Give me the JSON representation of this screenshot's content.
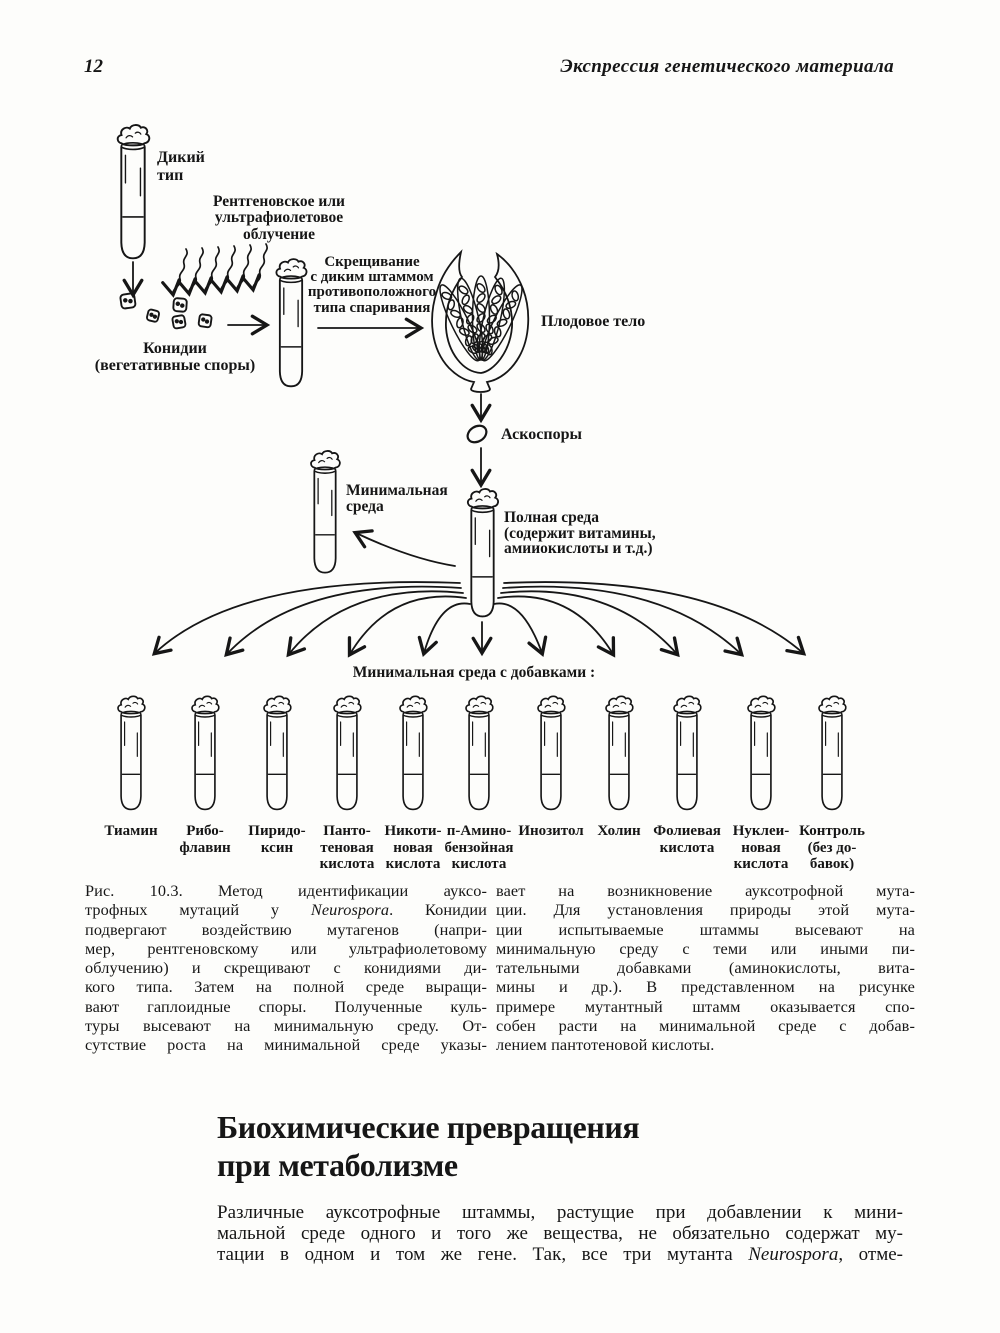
{
  "page": {
    "number": "12",
    "running_title": "Экспрессия генетического материала"
  },
  "figure": {
    "labels": {
      "wild_type": "Дикий\nтип",
      "irradiation": "Рентгеновское или\nультрафиолетовое\nоблучение",
      "conidia": "Конидии\n(вегетативные споры)",
      "crossing": "Скрещивание\nс диким штаммом\nпротивоположного\nтипа спаривания",
      "fruiting_body": "Плодовое тело",
      "ascospores": "Аскоспоры",
      "minimal_medium": "Минимальная\nсреда",
      "complete_medium": "Полная среда\n(содержит витамины,\nамииокислоты и т.д.)",
      "supplemented_media": "Минимальная среда с добавками :"
    },
    "tube_labels": [
      "Тиамин",
      "Рибо-\nфлавин",
      "Пиридо-\nксин",
      "Панто-\nтеновая\nкислота",
      "Никоти-\nновая\nкислота",
      "п-Амино-\nбензойная\nкислота",
      "Инозитол",
      "Холин",
      "Фолиевая\nкислота",
      "Нуклеи-\nновая\nкислота",
      "Контроль\n(без до-\nбавок)"
    ]
  },
  "caption": {
    "left_lines": [
      "Рис. 10.3. Метод идентификации ауксо-",
      [
        {
          "t": "трофных мутаций у "
        },
        {
          "t": "Neurospora",
          "i": true
        },
        {
          "t": ". Конидии"
        }
      ],
      "подвергают воздействию мутагенов (напри-",
      "мер, рентгеновскому или ультрафиолетовому",
      "облучению) и скрещивают с конидиями ди-",
      "кого типа. Затем на полной среде выращи-",
      "вают гаплоидные споры. Полученные куль-",
      "туры высевают на минимальную среду. От-",
      "сутствие роста на минимальной среде указы-"
    ],
    "right_lines": [
      "вает на возникновение ауксотрофной мута-",
      "ции. Для установления природы этой мута-",
      "ции испытываемые штаммы высевают на",
      "минимальную среду с теми или иными пи-",
      "тательными добавками (аминокислоты, вита-",
      "мины и др.). В представленном на рисунке",
      "примере мутантный штамм оказывается спо-",
      "собен расти на минимальной среде с добав-",
      "лением пантотеновой кислоты."
    ]
  },
  "section": {
    "heading": "Биохимические превращения\nпри метаболизме",
    "body_lines": [
      "Различные ауксотрофные штаммы, растущие при добавлении к мини-",
      "мальной среде одного и того же вещества, не обязательно содержат му-",
      [
        {
          "t": "тации в одном и том же гене. Так, все три мутанта "
        },
        {
          "t": "Neurospora",
          "i": true
        },
        {
          "t": ", отме-"
        }
      ]
    ]
  },
  "ink_color": "#161616"
}
